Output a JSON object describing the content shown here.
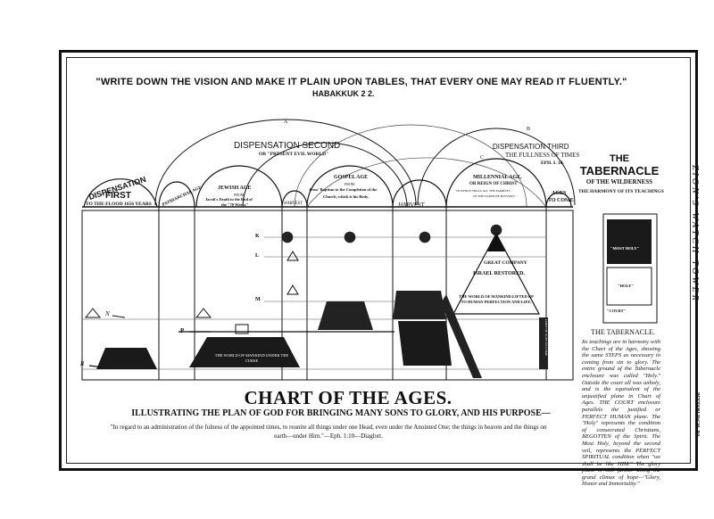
{
  "header": {
    "quote": "\"WRITE DOWN THE VISION AND MAKE IT PLAIN UPON TABLES, THAT EVERY ONE MAY READ IT FLUENTLY.\"",
    "reference": "HABAKKUK 2 2."
  },
  "dispensations": {
    "first": [
      "DISPENSATION",
      "FIRST",
      "TO THE FLOOD 1656 YEARS"
    ],
    "second": [
      "DISPENSATION SECOND",
      "OR \"PRESENT EVIL WORLD\""
    ],
    "third": [
      "DISPENSATION THIRD",
      "THE FULLNESS OF TIMES",
      "EPH. I. 10."
    ]
  },
  "ages": {
    "patriarchal": "PATRIARCHAL AGE",
    "jewish": [
      "JEWISH AGE",
      "FROM",
      "Jacob's Death to the End of",
      "the \"70 Weeks\""
    ],
    "gospel": [
      "GOSPEL AGE",
      "FROM",
      "Jesus' Baptism to the Completion of the",
      "Church, which is his Body."
    ],
    "millennial": [
      "MILLENNIAL AGE,",
      "OR REIGN OF CHRIST",
      "\"IN WHICH SHALL ALL THE FAMILIES",
      "OF THE EARTH BE BLESSED\""
    ],
    "ages_to_come": [
      "AGES",
      "TO COME"
    ],
    "harvest": "HARVEST"
  },
  "arc_letters": [
    "A",
    "B",
    "C"
  ],
  "plane_letters": [
    "K",
    "L",
    "M",
    "N",
    "P",
    "R"
  ],
  "pyramid_labels": [
    "GREAT COMPANY",
    "ISRAEL RESTORED.",
    "THE WORLD OF MANKIND LIFTED UP TO HUMAN PERFECTION AND LIFE."
  ],
  "lower_label": "THE WORLD OF MANKIND UNDER THE CURSE",
  "side_column_label": "LIMIT OF AGES TO COME",
  "chart": {
    "title": "CHART OF THE AGES.",
    "subtitle": "ILLUSTRATING THE PLAN OF GOD FOR BRINGING MANY SONS TO GLORY, AND HIS PURPOSE—",
    "ephesians": "\"In regard to an administration of the fulness of the appointed times, to reunite all things under one Head, even under the Anointed One; the things in heaven and the things on earth—under Him.\"—Eph. 1:10—Diaglott."
  },
  "tabernacle": {
    "title1": "THE",
    "title2": "TABERNACLE",
    "title3": "OF THE WILDERNESS",
    "title4": "THE HARMONY OF ITS TEACHINGS",
    "most_holy": "\"MOST HOLY\"",
    "holy": "\"HOLY\"",
    "court": "\"COURT\"",
    "caption": "THE TABERNACLE.",
    "text": "Its teachings are in harmony with the Chart of the Ages, showing the same STEPS as necessary in coming from sin to glory. The entire ground of the Tabernacle enclosure was called \"Holy.\" Outside the court all was unholy, and is the equivalent of the unjustified plane in Chart of Ages. THE COURT enclosure parallels the justified or PERFECT HUMAN plane. The \"Holy\" represents the condition of consecrated Christians, BEGOTTEN of the Spirit. The Most Holy, beyond the second veil, represents the PERFECT SPIRITUAL condition when \"we shall be like HIM.\" The glory plane is still further along the grand climax of hope—\"Glory, Honor and Immortality.\""
  },
  "margin": {
    "journal": "ZION'S WATCH TOWER",
    "place": "PITTSBURGH, PA."
  }
}
